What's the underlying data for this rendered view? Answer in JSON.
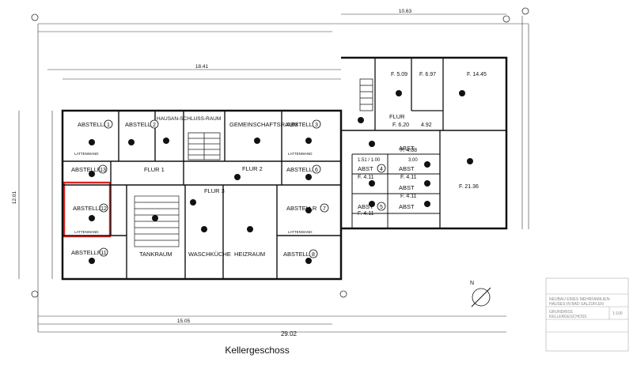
{
  "caption": "Kellergeschoss",
  "north_label": "N",
  "dimensions": {
    "top_total_right": "10.63",
    "left_wing_width": "18.41",
    "total_width": "29.02",
    "bottom_partial": "15.05",
    "left_height": "12.01"
  },
  "rooms": [
    {
      "id": "abstellr-1",
      "label": "ABSTELLR",
      "num": "1"
    },
    {
      "id": "abstellr-2",
      "label": "ABSTELLR",
      "num": "2"
    },
    {
      "id": "hausanschluss",
      "label": "HAUSAN-SCHLUSS-RAUM",
      "num": ""
    },
    {
      "id": "gemeinschaftsraum",
      "label": "GEMEINSCHAFTSRAUM",
      "num": ""
    },
    {
      "id": "abstellr-3",
      "label": "ABSTELLR",
      "num": "3"
    },
    {
      "id": "abstellr-13",
      "label": "ABSTELLR",
      "num": "13"
    },
    {
      "id": "flur-1",
      "label": "FLUR 1",
      "num": ""
    },
    {
      "id": "flur-2",
      "label": "FLUR 2",
      "num": ""
    },
    {
      "id": "abstellr-6",
      "label": "ABSTELLR",
      "num": "6"
    },
    {
      "id": "abstellr-12",
      "label": "ABSTELLR",
      "num": "12"
    },
    {
      "id": "flur-3",
      "label": "FLUR 3",
      "num": ""
    },
    {
      "id": "abstellr-7",
      "label": "ABSTELLR",
      "num": "7"
    },
    {
      "id": "abstellr-11",
      "label": "ABSTELLR",
      "num": "11"
    },
    {
      "id": "tankraum",
      "label": "TANKRAUM",
      "num": ""
    },
    {
      "id": "waschkueche",
      "label": "WASCHKÜCHE",
      "num": ""
    },
    {
      "id": "heizraum",
      "label": "HEIZRAUM",
      "num": ""
    },
    {
      "id": "abstellr-8",
      "label": "ABSTELLR",
      "num": "8"
    },
    {
      "id": "flur-right",
      "label": "FLUR",
      "num": ""
    },
    {
      "id": "abst-4",
      "label": "ABST",
      "num": "4"
    },
    {
      "id": "abst-5",
      "label": "ABST",
      "num": "5"
    },
    {
      "id": "abst-r1",
      "label": "ABST",
      "num": ""
    },
    {
      "id": "abst-r2",
      "label": "ABST",
      "num": ""
    },
    {
      "id": "abst-r3",
      "label": "ABST",
      "num": ""
    },
    {
      "id": "abst-r4",
      "label": "ABST",
      "num": ""
    }
  ],
  "areas": {
    "f509": "F. 5.09",
    "f697": "F. 6.97",
    "f1445": "F. 14.45",
    "f620": "F. 6.20",
    "f408": "F. 4.08",
    "f411a": "F. 4.11",
    "f411b": "F. 4.11",
    "f411c": "F. 4.11",
    "f411d": "F. 4.11",
    "f2136": "F. 21.36",
    "v492": "4.92"
  },
  "title_block": {
    "line1": "NEUBAU EINES MEHRFAMILIEN-",
    "line2": "HAUSES IN BAD SALZUFLEN",
    "line3": "GRUNDRISS",
    "line4": "KELLERGESCHOSS",
    "scale": "1:100"
  },
  "labels": {
    "lattenwand": "LATTENWAND",
    "boden": "1.51 / 1.00",
    "v300": "3.00"
  }
}
